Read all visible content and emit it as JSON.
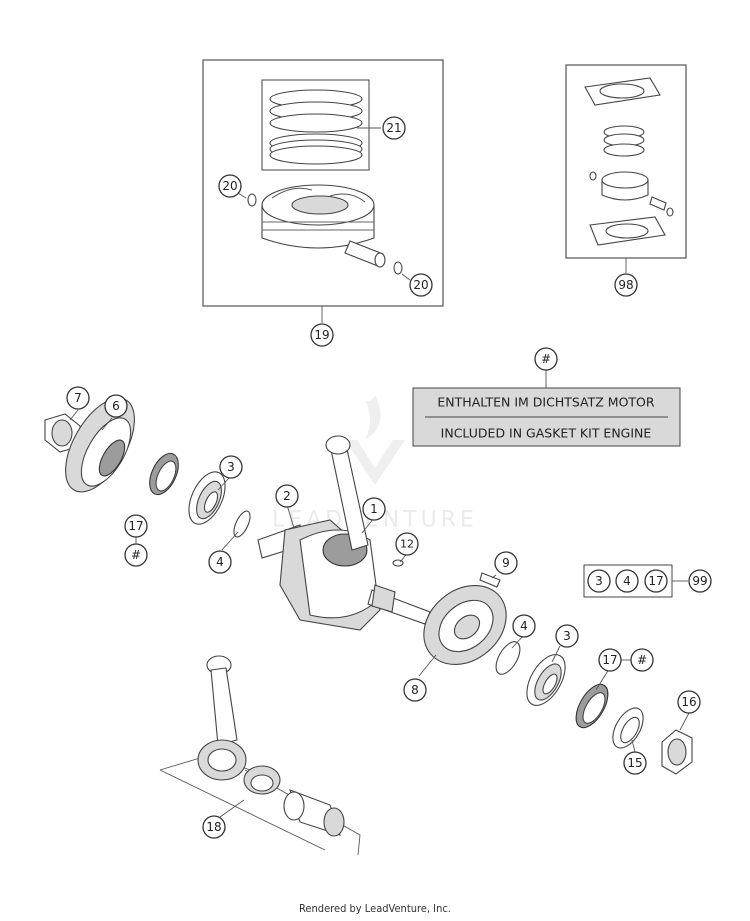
{
  "watermark": "LEADVENTURE",
  "note": {
    "ref": "#",
    "line1": "ENTHALTEN IM DICHTSATZ MOTOR",
    "line2": "INCLUDED IN GASKET KIT ENGINE"
  },
  "kit": {
    "items": [
      "3",
      "4",
      "17"
    ],
    "ref": "99"
  },
  "callouts": {
    "c21": "21",
    "c20a": "20",
    "c20b": "20",
    "c19": "19",
    "c98": "98",
    "c7": "7",
    "c6": "6",
    "c3a": "3",
    "c2": "2",
    "c1": "1",
    "c17a": "17",
    "c4a": "4",
    "c12": "12",
    "c9": "9",
    "c4b": "4",
    "c3b": "3",
    "c8": "8",
    "c17b": "17",
    "c16": "16",
    "c15": "15",
    "c18": "18",
    "h1": "#",
    "h2": "#"
  },
  "footer": "Rendered by LeadVenture, Inc."
}
